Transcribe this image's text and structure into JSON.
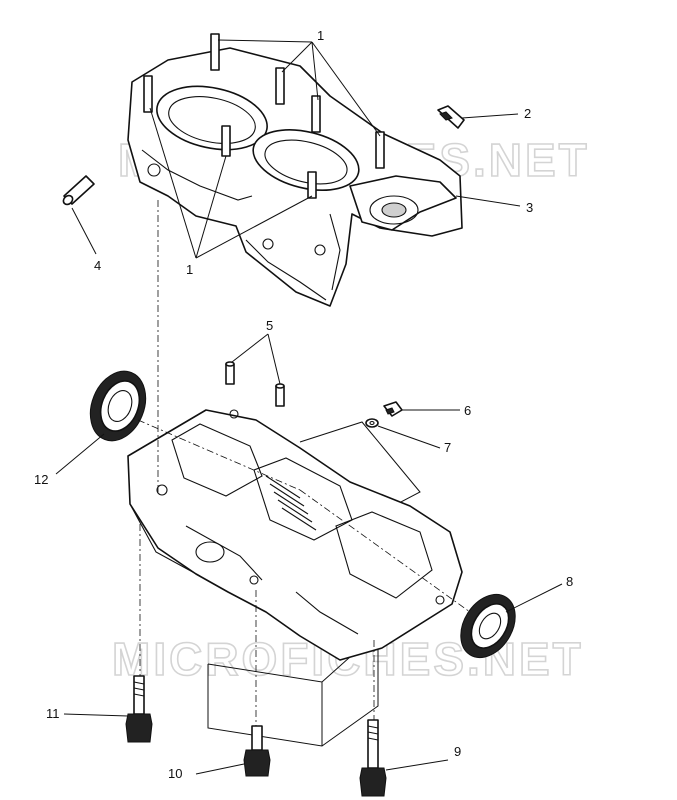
{
  "watermark": "MICROFICHES.NET",
  "callouts": [
    {
      "id": "1",
      "label": "1"
    },
    {
      "id": "1b",
      "label": "1"
    },
    {
      "id": "2",
      "label": "2"
    },
    {
      "id": "3",
      "label": "3"
    },
    {
      "id": "4",
      "label": "4"
    },
    {
      "id": "5",
      "label": "5"
    },
    {
      "id": "6",
      "label": "6"
    },
    {
      "id": "7",
      "label": "7"
    },
    {
      "id": "8",
      "label": "8"
    },
    {
      "id": "9",
      "label": "9"
    },
    {
      "id": "10",
      "label": "10"
    },
    {
      "id": "11",
      "label": "11"
    },
    {
      "id": "12",
      "label": "12"
    }
  ]
}
